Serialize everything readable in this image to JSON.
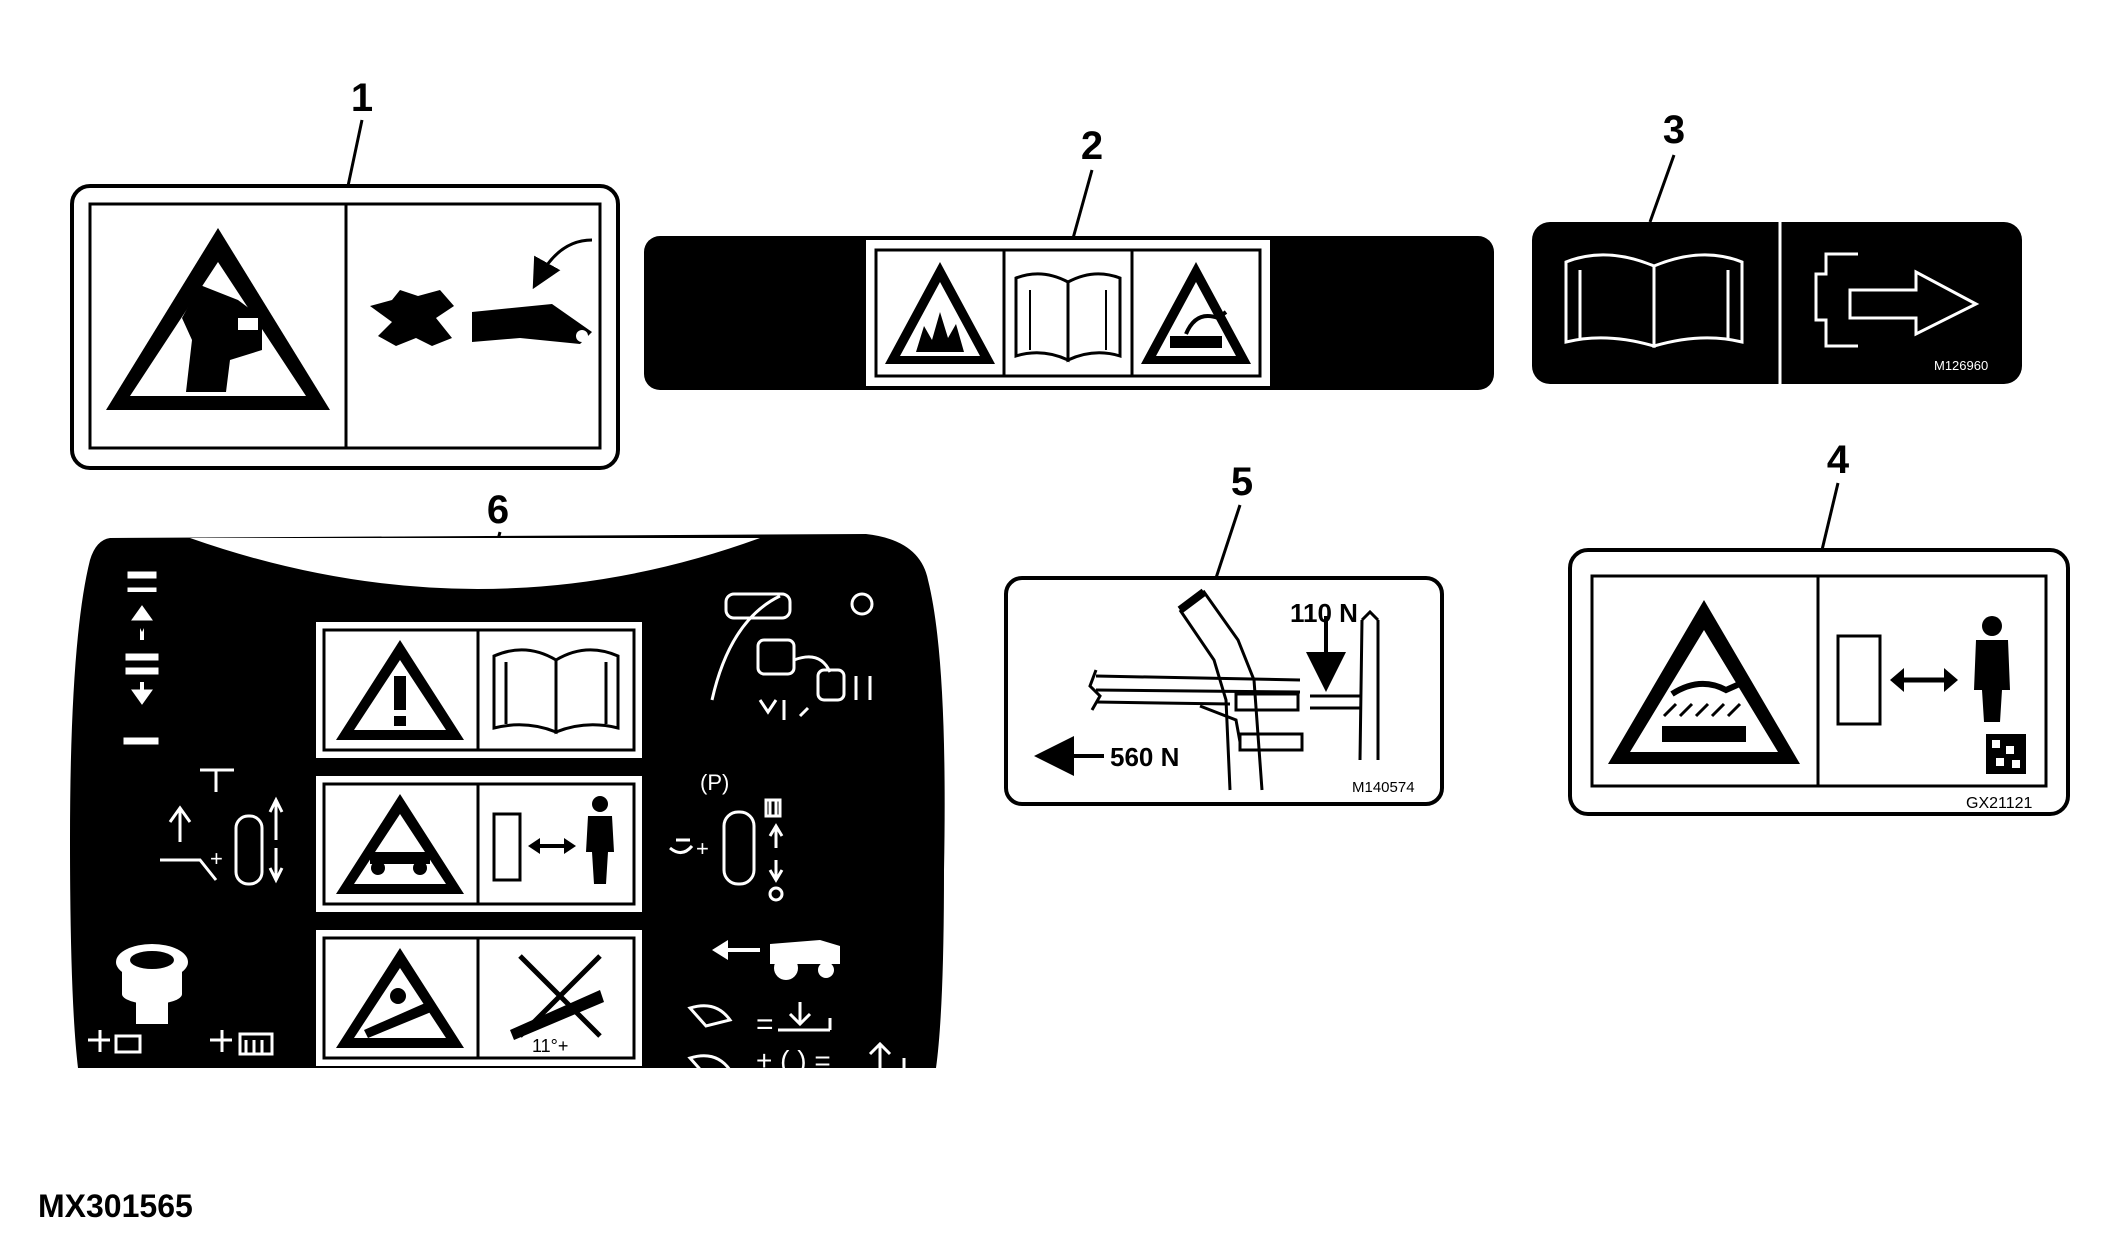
{
  "figure_id": "MX301565",
  "callouts": [
    "1",
    "2",
    "3",
    "4",
    "5",
    "6"
  ],
  "decal_3": {
    "part_no": "M126960"
  },
  "decal_4": {
    "part_no": "GX21121"
  },
  "decal_5": {
    "part_no": "M140574",
    "force_top": "110 N",
    "force_left": "560 N"
  },
  "decal_6": {
    "slope_text": "11°+",
    "parking_symbol": "(P)",
    "equals_1": "=",
    "equals_2": "+ ( ) ="
  },
  "icons": [
    "crush-hazard-icon",
    "pinch-point-icon",
    "fire-hazard-icon",
    "operator-manual-icon",
    "hot-surface-icon",
    "exit-arrow-icon",
    "keep-distance-icon",
    "barcode-icon",
    "pedal-force-icon",
    "caution-icon",
    "runover-hazard-icon",
    "rollover-slope-icon",
    "no-slope-icon",
    "fuel-cap-icon",
    "tractor-reverse-icon",
    "deck-lift-icon"
  ],
  "colors": {
    "ink": "#000000",
    "paper": "#ffffff"
  }
}
